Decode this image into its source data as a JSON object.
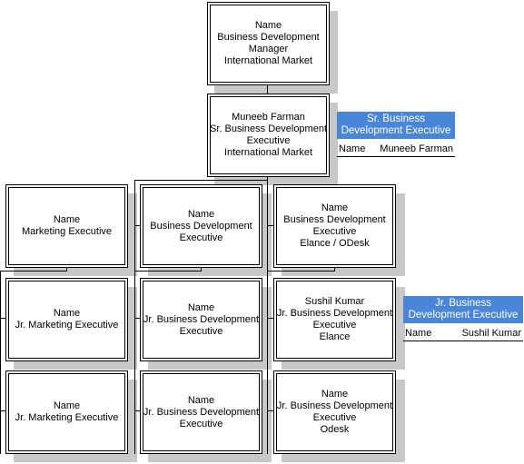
{
  "org_chart": {
    "nodes": [
      {
        "id": "bd-manager",
        "lines": [
          "Name",
          "Business Development",
          "Manager",
          "International Market"
        ]
      },
      {
        "id": "sr-bde",
        "lines": [
          "Muneeb Farman",
          "Sr. Business Development",
          "Executive",
          "International Market"
        ]
      },
      {
        "id": "marketing-exec",
        "lines": [
          "Name",
          "Marketing Executive"
        ]
      },
      {
        "id": "bde",
        "lines": [
          "Name",
          "Business Development",
          "Executive"
        ]
      },
      {
        "id": "bde-elance-odesk",
        "lines": [
          "Name",
          "Business Development",
          "Executive",
          "Elance / ODesk"
        ]
      },
      {
        "id": "jr-marketing-1",
        "lines": [
          "Name",
          "Jr. Marketing Executive"
        ]
      },
      {
        "id": "jr-bde-1",
        "lines": [
          "Name",
          "Jr. Business Development",
          "Executive"
        ]
      },
      {
        "id": "jr-bde-elance",
        "lines": [
          "Sushil Kumar",
          "Jr. Business Development",
          "Executive",
          "Elance"
        ]
      },
      {
        "id": "jr-marketing-2",
        "lines": [
          "Name",
          "Jr. Marketing Executive"
        ]
      },
      {
        "id": "jr-bde-2",
        "lines": [
          "Name",
          "Jr. Business Development",
          "Executive"
        ]
      },
      {
        "id": "jr-bde-odesk",
        "lines": [
          "Name",
          "Jr. Business Development",
          "Executive",
          "Odesk"
        ]
      }
    ],
    "callouts": [
      {
        "id": "sr-callout",
        "title_lines": [
          "Sr. Business",
          "Development Executive"
        ],
        "field": "Name",
        "value": "Muneeb Farman"
      },
      {
        "id": "jr-callout",
        "title_lines": [
          "Jr. Business",
          "Development Executive"
        ],
        "field": "Name",
        "value": "Sushil Kumar"
      }
    ],
    "colors": {
      "callout_header": "#4a86d8",
      "shadow": "#c8c8c8",
      "line": "#000000"
    }
  }
}
